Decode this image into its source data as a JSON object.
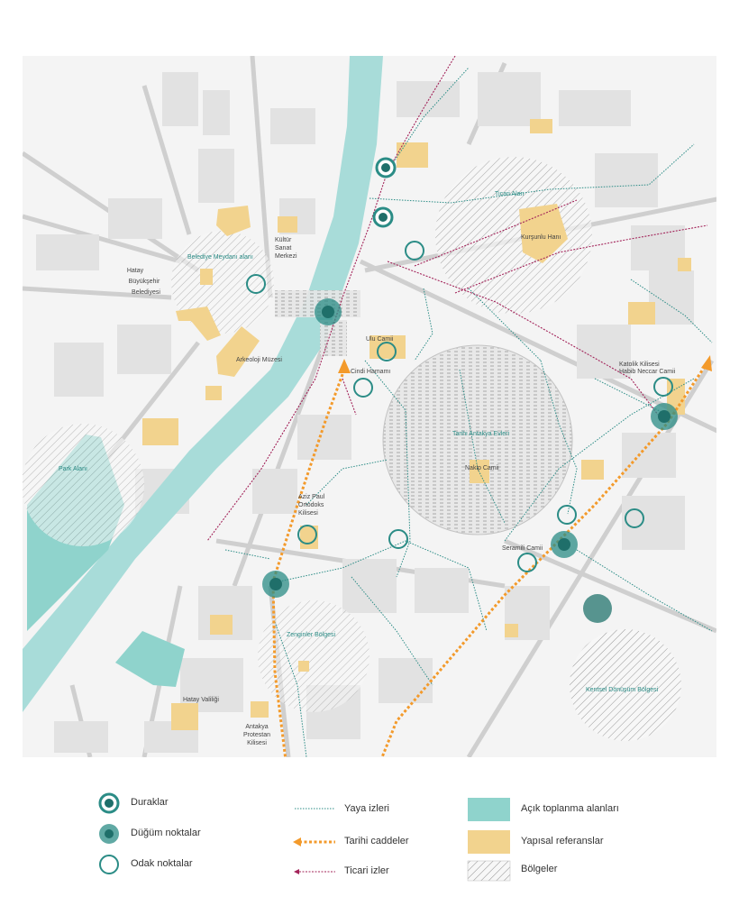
{
  "colors": {
    "teal": "#2b8c86",
    "teal_dark": "#1f6f6a",
    "water": "#a8dcd9",
    "open_space": "#8fd3cc",
    "structural": "#f2d38e",
    "historic_route": "#f39a2b",
    "commercial_route": "#a3245a",
    "building": "#e3e3e3",
    "street": "#c7c7c7"
  },
  "labels": {
    "belediye_meydani": "Belediye Meydanı alanı",
    "kultur_sanat": [
      "Kültür",
      "Sanat",
      "Merkezi"
    ],
    "hatay_belediye": [
      "Hatay",
      "Büyükşehir",
      "Belediyesi"
    ],
    "arkeoloji": "Arkeoloji Müzesi",
    "ticari_alan": "Ticari Alan",
    "kursunlu_hani": "Kurşunlu Hanı",
    "ulu_camii": "Ulu Camii",
    "cindi_hamami": "Cindi Hamamı",
    "katolik": "Katolik Kilisesi",
    "habib_neccar": "Habib Neccar Camii",
    "park_alani": "Park Alanı",
    "tarihi_evler": "Tarihi Antakya Evleri",
    "nakip_camii": "Nakip Camii",
    "aziz_paul": [
      "Aziz Paul",
      "Ortodoks",
      "Kilisesi"
    ],
    "seramili_camii": "Seramili Camii",
    "zenginler": "Zenginler Bölgesi",
    "hatay_valiligi": "Hatay Valiliği",
    "protestan": [
      "Antakya",
      "Protestan",
      "Kilisesi"
    ],
    "kentsel_donusum": "Kentsel Dönüşüm Bölgesi"
  },
  "legend": {
    "duraklar": "Duraklar",
    "dugum": "Düğüm noktalar",
    "odak": "Odak noktalar",
    "yaya": "Yaya izleri",
    "tarihi": "Tarihi caddeler",
    "ticari": "Ticari izler",
    "acik": "Açık toplanma  alanları",
    "yapisal": "Yapısal referanslar",
    "bolgeler": "Bölgeler"
  }
}
